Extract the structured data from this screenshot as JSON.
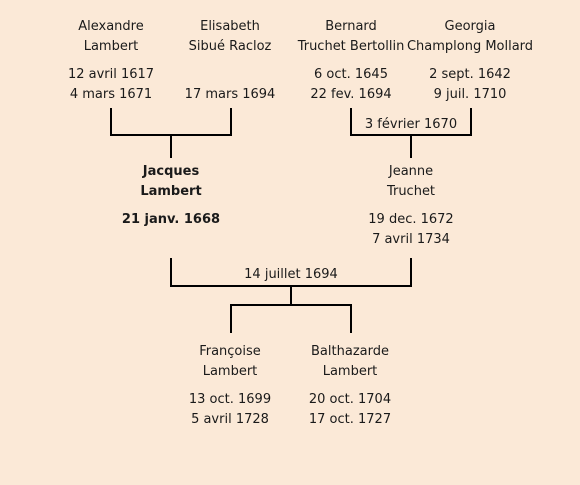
{
  "people": {
    "alexandre": {
      "name1": "Alexandre",
      "name2": "Lambert",
      "date1": "12 avril 1617",
      "date2": "4 mars 1671"
    },
    "elisabeth": {
      "name1": "Elisabeth",
      "name2": "Sibué Racloz",
      "date1": "",
      "date2": "17 mars 1694"
    },
    "bernard": {
      "name1": "Bernard",
      "name2": "Truchet Bertollin",
      "date1": "6 oct. 1645",
      "date2": "22 fev. 1694"
    },
    "georgia": {
      "name1": "Georgia",
      "name2": "Champlong Mollard",
      "date1": "2 sept. 1642",
      "date2": "9 juil. 1710"
    },
    "jacques": {
      "name1": "Jacques",
      "name2": "Lambert",
      "date1": "21 janv. 1668",
      "date2": ""
    },
    "jeanne": {
      "name1": "Jeanne",
      "name2": "Truchet",
      "date1": "19 dec. 1672",
      "date2": "7 avril 1734"
    },
    "francoise": {
      "name1": "Françoise",
      "name2": "Lambert",
      "date1": "13 oct. 1699",
      "date2": "5 avril 1728"
    },
    "balthazarde": {
      "name1": "Balthazarde",
      "name2": "Lambert",
      "date1": "20 oct. 1704",
      "date2": "17 oct. 1727"
    }
  },
  "marriages": {
    "bernard_georgia": "3 février 1670",
    "jacques_jeanne": "14 juillet 1694"
  },
  "colors": {
    "background": "#fbe9d7",
    "line": "#000000"
  }
}
